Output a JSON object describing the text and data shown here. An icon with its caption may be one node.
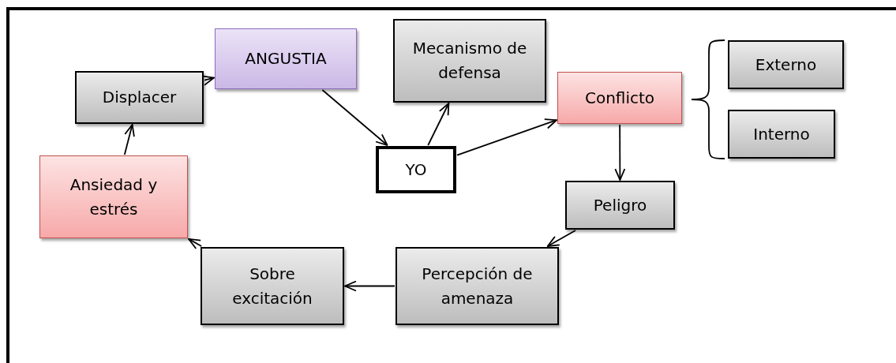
{
  "diagram": {
    "nodes": [
      {
        "text": [
          "Displacer"
        ]
      },
      {
        "text": [
          "ANGUSTIA"
        ]
      },
      {
        "text": [
          "Mecanismo de defensa"
        ]
      },
      {
        "text": [
          "Conflicto"
        ]
      },
      {
        "text": [
          "Externo"
        ]
      },
      {
        "text": [
          "Interno"
        ]
      },
      {
        "text": [
          "YO"
        ]
      },
      {
        "text": [
          "Ansiedad y estrés"
        ]
      },
      {
        "text": [
          "Peligro"
        ]
      },
      {
        "text": [
          "Sobre excitación"
        ]
      },
      {
        "text": [
          "Percepción de amenaza"
        ]
      }
    ],
    "edges": [
      {
        "from": 7,
        "to": 0,
        "arrow": "to"
      },
      {
        "from": 0,
        "to": 1,
        "arrow": "to"
      },
      {
        "from": 1,
        "to": 6,
        "arrow": "to"
      },
      {
        "from": 6,
        "to": 2,
        "arrow": "to"
      },
      {
        "from": 6,
        "to": 3,
        "arrow": "to"
      },
      {
        "from": 3,
        "to": 8,
        "arrow": "to"
      },
      {
        "from": 8,
        "to": 10,
        "arrow": "to"
      },
      {
        "from": 10,
        "to": 9,
        "arrow": "to"
      },
      {
        "from": 9,
        "to": 7,
        "arrow": "to"
      }
    ]
  }
}
